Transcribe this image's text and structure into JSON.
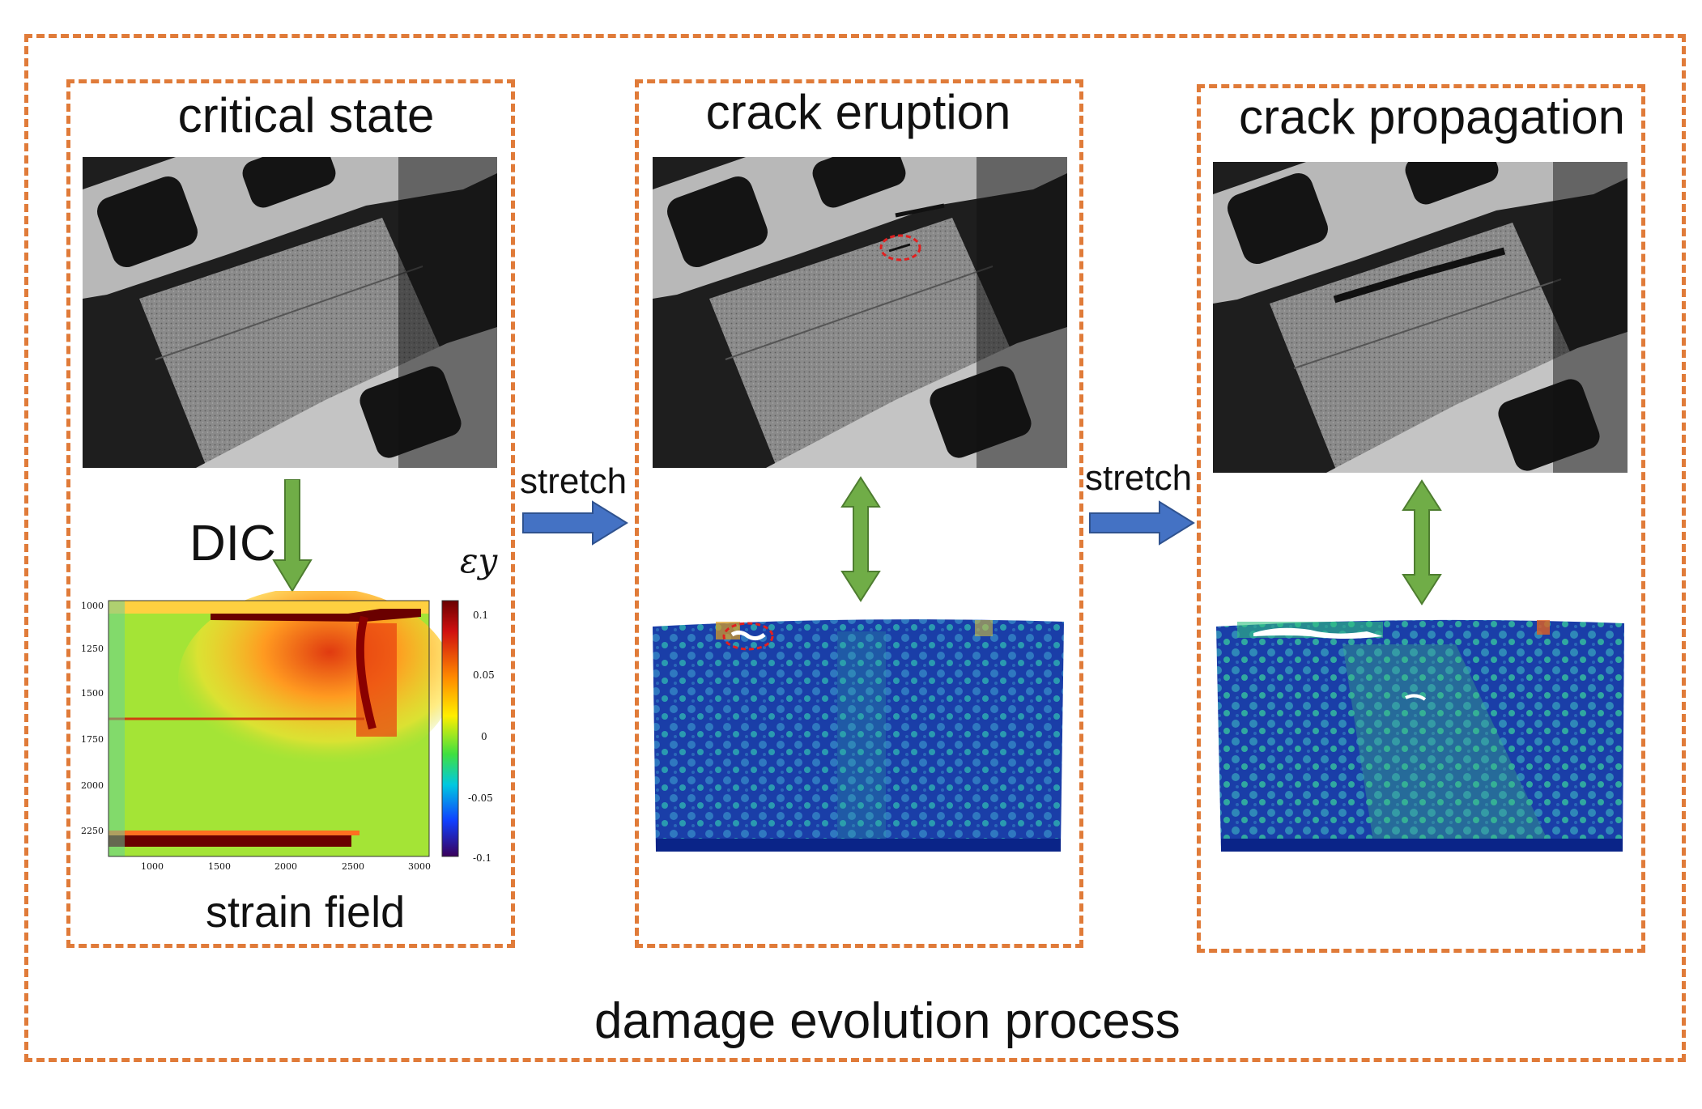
{
  "panels": [
    {
      "title": "critical state"
    },
    {
      "title": "crack eruption"
    },
    {
      "title": "crack propagation"
    }
  ],
  "labels": {
    "dic": "DIC",
    "strain_field": "strain field",
    "stretch_1": "stretch",
    "stretch_2": "stretch",
    "footer": "damage evolution process"
  },
  "strain_plot": {
    "epsilon_symbol": "εy",
    "x_ticks": [
      "1000",
      "1500",
      "2000",
      "2500",
      "3000"
    ],
    "y_ticks": [
      "1000",
      "1250",
      "1500",
      "1750",
      "2000",
      "2250"
    ],
    "colorbar_ticks": [
      "0.1",
      "0.05",
      "0",
      "-0.05",
      "-0.1"
    ]
  },
  "colors": {
    "dash_border": "#e07b39",
    "arrow_blue": "#4472c4",
    "arrow_green": "#70ad47",
    "crack_marker": "#e02020"
  }
}
